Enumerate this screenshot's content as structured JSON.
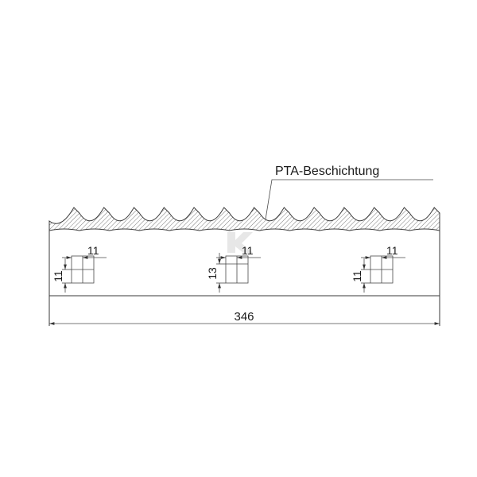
{
  "labels": {
    "coating": "PTA-Beschichtung",
    "overall_length": "346"
  },
  "notches": [
    {
      "width": "11",
      "height": "11"
    },
    {
      "width": "11",
      "height": "13"
    },
    {
      "width": "11",
      "height": "11"
    }
  ],
  "colors": {
    "line": "#3a3a3a",
    "background": "#ffffff",
    "watermark": "#cfcfcf"
  },
  "watermark_icon": "logo-watermark-icon"
}
